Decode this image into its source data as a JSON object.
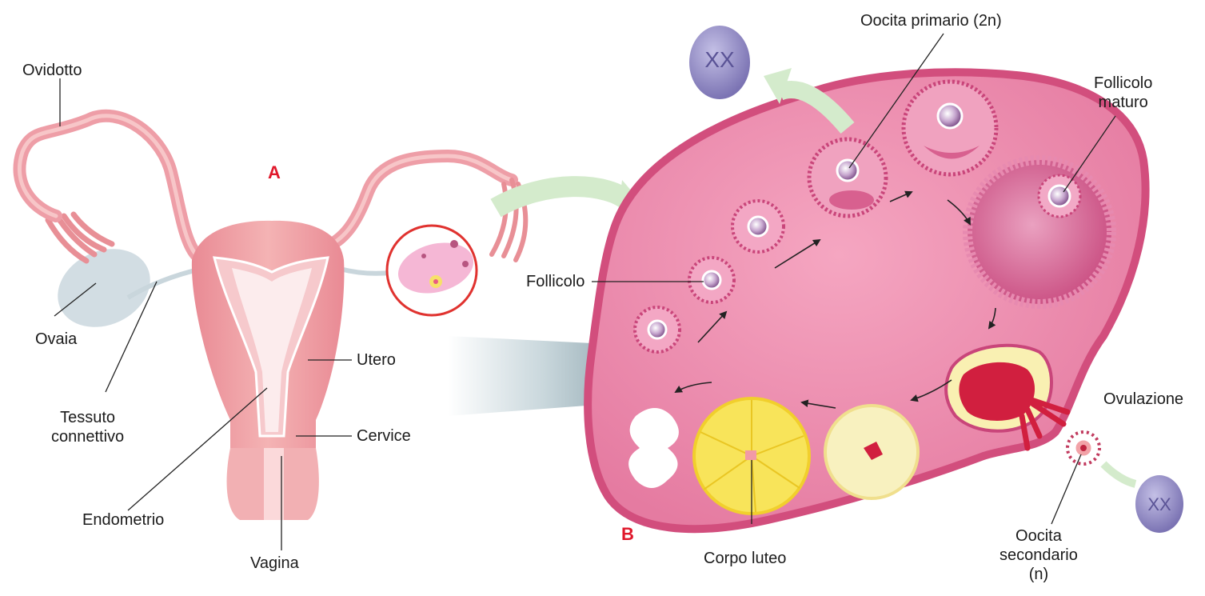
{
  "panels": {
    "a": "A",
    "b": "B"
  },
  "labels": {
    "ovidotto": "Ovidotto",
    "ovaia": "Ovaia",
    "tessuto": "Tessuto\nconnettivo",
    "endometrio": "Endometrio",
    "vagina": "Vagina",
    "utero": "Utero",
    "cervice": "Cervice",
    "follicolo": "Follicolo",
    "oocita_primario": "Oocita primario (2n)",
    "follicolo_maturo": "Follicolo\nmaturo",
    "ovulazione": "Ovulazione",
    "oocita_secondario": "Oocita\nsecondario\n(n)",
    "corpo_luteo": "Corpo luteo"
  },
  "colors": {
    "tissue_pink": "#ee97b4",
    "tube_pink": "#ef9ea6",
    "panel_letter": "#e0182b",
    "corpus_luteum": "#f8e45a",
    "arrow_green": "#cfe8c6",
    "chromosome": "#9c95c8"
  }
}
